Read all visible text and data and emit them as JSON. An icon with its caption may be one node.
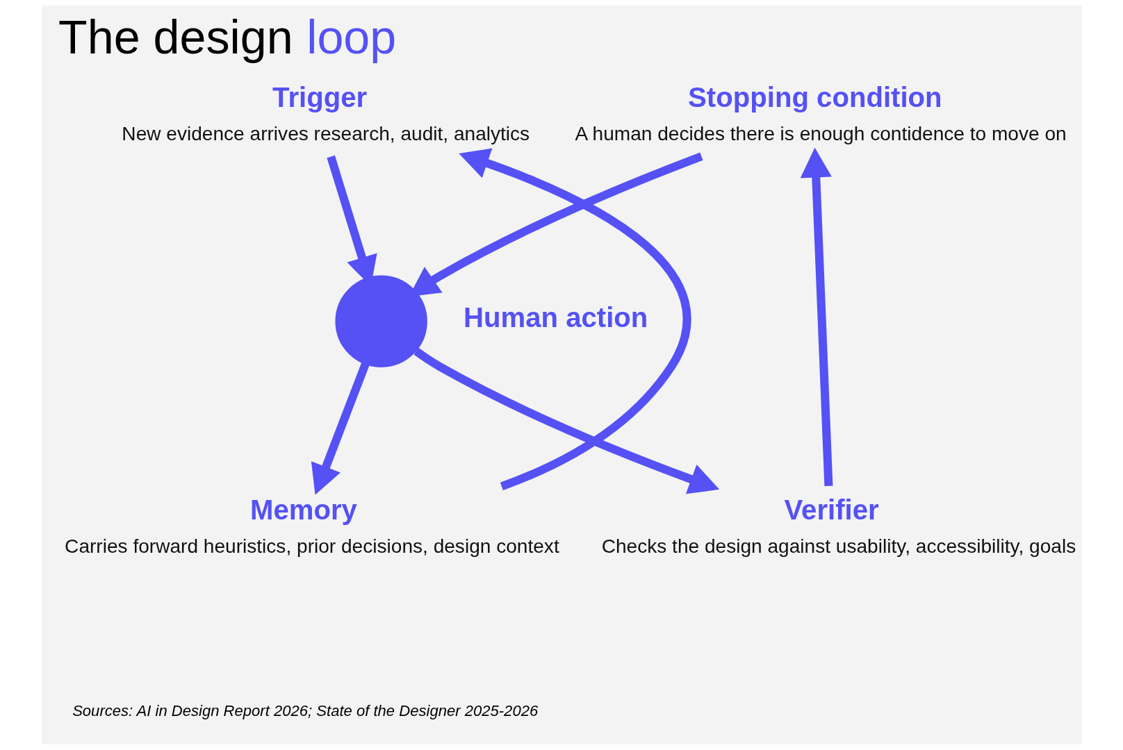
{
  "diagram": {
    "title": "The design loop",
    "caption": "Sources: AI in Design Report 2026; State of the Designer 2025-2026",
    "nodes": [
      {
        "text": [
          "Trigger",
          "New evidence arrives research, audit, analytics"
        ]
      },
      {
        "text": [
          "Stopping condition",
          "A human decides there is enough contidence to move on"
        ]
      },
      {
        "text": [],
        "shape": "circle",
        "beside": [
          "Human action"
        ]
      },
      {
        "text": [
          "Memory",
          "Carries forward heuristics, prior decisions, design context"
        ]
      },
      {
        "text": [
          "Verifier",
          "Checks the design against usability, accessibility, goals"
        ]
      }
    ],
    "edges": [
      {
        "from": 0,
        "to": 2,
        "arrow": "to"
      },
      {
        "from": 2,
        "to": 4,
        "arrow": "to"
      },
      {
        "from": 4,
        "to": 1,
        "arrow": "to"
      },
      {
        "from": 1,
        "to": 2,
        "arrow": "to"
      },
      {
        "from": 2,
        "to": 3,
        "arrow": "to"
      },
      {
        "from": 3,
        "to": 0,
        "arrow": "to"
      }
    ]
  }
}
